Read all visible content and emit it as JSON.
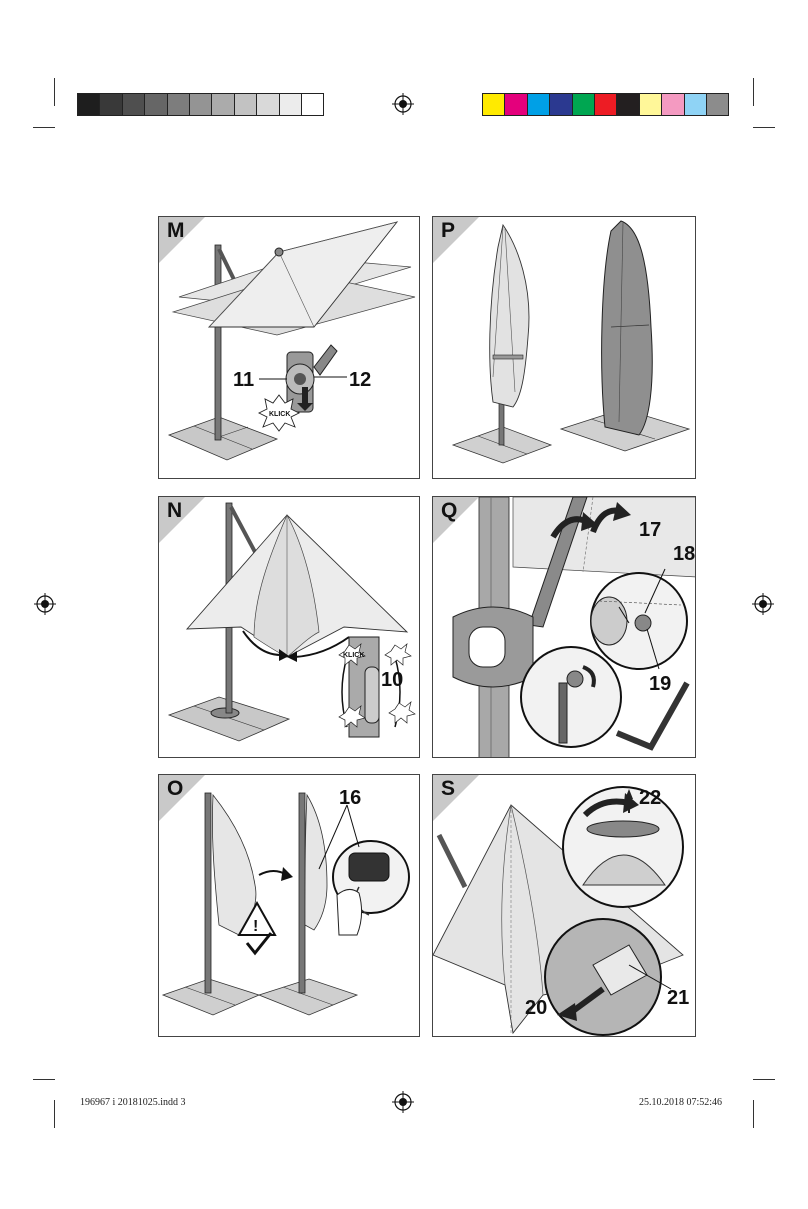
{
  "color_bars": {
    "gray": [
      "#1e1e1e",
      "#393939",
      "#4f4f4f",
      "#666666",
      "#7d7d7d",
      "#949494",
      "#ababab",
      "#c2c2c2",
      "#d9d9d9",
      "#ececec",
      "#ffffff"
    ],
    "color": [
      "#ffea00",
      "#e4007c",
      "#00a0e6",
      "#2b3990",
      "#00a651",
      "#ed1c24",
      "#231f20",
      "#fff799",
      "#f49ac1",
      "#8fd3f5",
      "#8c8c8c"
    ]
  },
  "panels": {
    "M": {
      "label": "M",
      "callouts": [
        "11",
        "12"
      ],
      "klick": "KLICK"
    },
    "P": {
      "label": "P"
    },
    "N": {
      "label": "N",
      "callouts": [
        "10"
      ],
      "klick": "KLICK"
    },
    "Q": {
      "label": "Q",
      "callouts": [
        "17",
        "18",
        "19"
      ]
    },
    "O": {
      "label": "O",
      "callouts": [
        "16"
      ]
    },
    "S": {
      "label": "S",
      "callouts": [
        "22",
        "21",
        "20"
      ]
    }
  },
  "footer": {
    "left": "196967 i 20181025.indd   3",
    "right": "25.10.2018   07:52:46"
  }
}
